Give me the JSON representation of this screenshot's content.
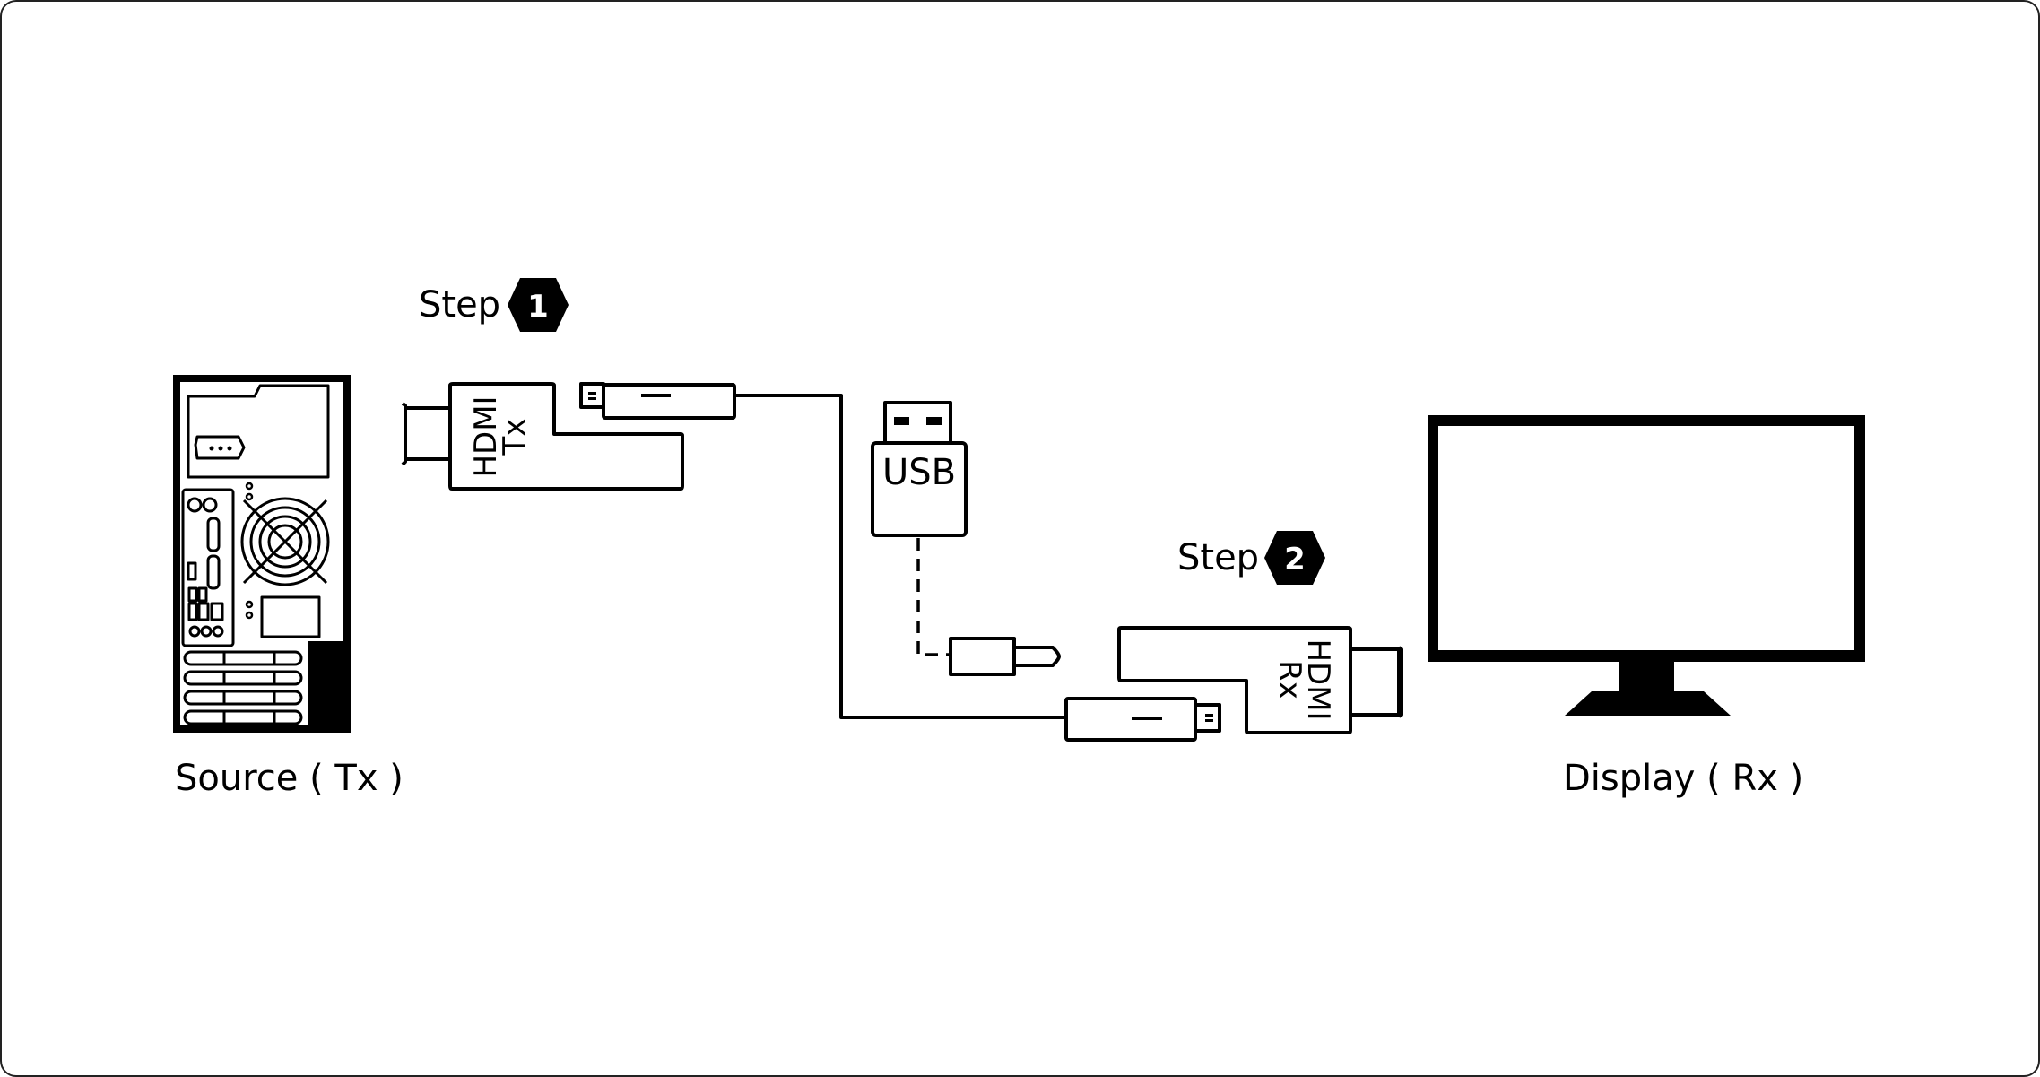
{
  "labels": {
    "step1": "Step",
    "step1_number": "1",
    "step2": "Step",
    "step2_number": "2",
    "usb": "USB",
    "tx_line1": "HDMI",
    "tx_line2": "Tx",
    "rx_line1": "HDMI",
    "rx_line2": "Rx",
    "source": "Source ( Tx )",
    "display": "Display ( Rx )"
  },
  "colors": {
    "stroke": "#000000",
    "background": "#ffffff"
  }
}
